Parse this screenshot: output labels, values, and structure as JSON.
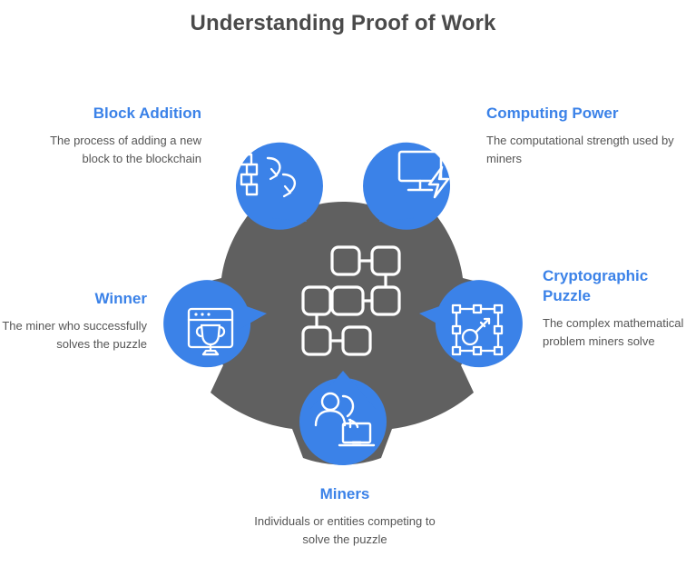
{
  "page": {
    "title": "Understanding Proof of Work",
    "background_color": "#ffffff",
    "title_color": "#4a4a4a"
  },
  "theme": {
    "accent_blue": "#3b82e8",
    "hub_gray": "#606060",
    "heading_color": "#3b82e8",
    "body_text_color": "#555555",
    "icon_stroke": "#ffffff"
  },
  "center": {
    "icon": "blockchain-network-icon",
    "shape": "five-petal-hub"
  },
  "nodes": [
    {
      "id": "block-addition",
      "heading": "Block Addition",
      "description": "The process of adding a new block to the blockchain",
      "icon": "blocks-refresh-icon",
      "align": "right",
      "position": "top-left"
    },
    {
      "id": "computing-power",
      "heading": "Computing Power",
      "description": "The computational strength used by miners",
      "icon": "monitor-lightning-icon",
      "align": "left",
      "position": "top-right"
    },
    {
      "id": "cryptographic-puzzle",
      "heading": "Cryptographic Puzzle",
      "description": "The complex mathematical problem miners solve",
      "icon": "key-frame-icon",
      "align": "left",
      "position": "right"
    },
    {
      "id": "winner",
      "heading": "Winner",
      "description": "The miner who successfully solves the puzzle",
      "icon": "browser-trophy-icon",
      "align": "right",
      "position": "left"
    },
    {
      "id": "miners",
      "heading": "Miners",
      "description": "Individuals or entities competing to solve the puzzle",
      "icon": "people-laptop-icon",
      "align": "center",
      "position": "bottom"
    }
  ]
}
